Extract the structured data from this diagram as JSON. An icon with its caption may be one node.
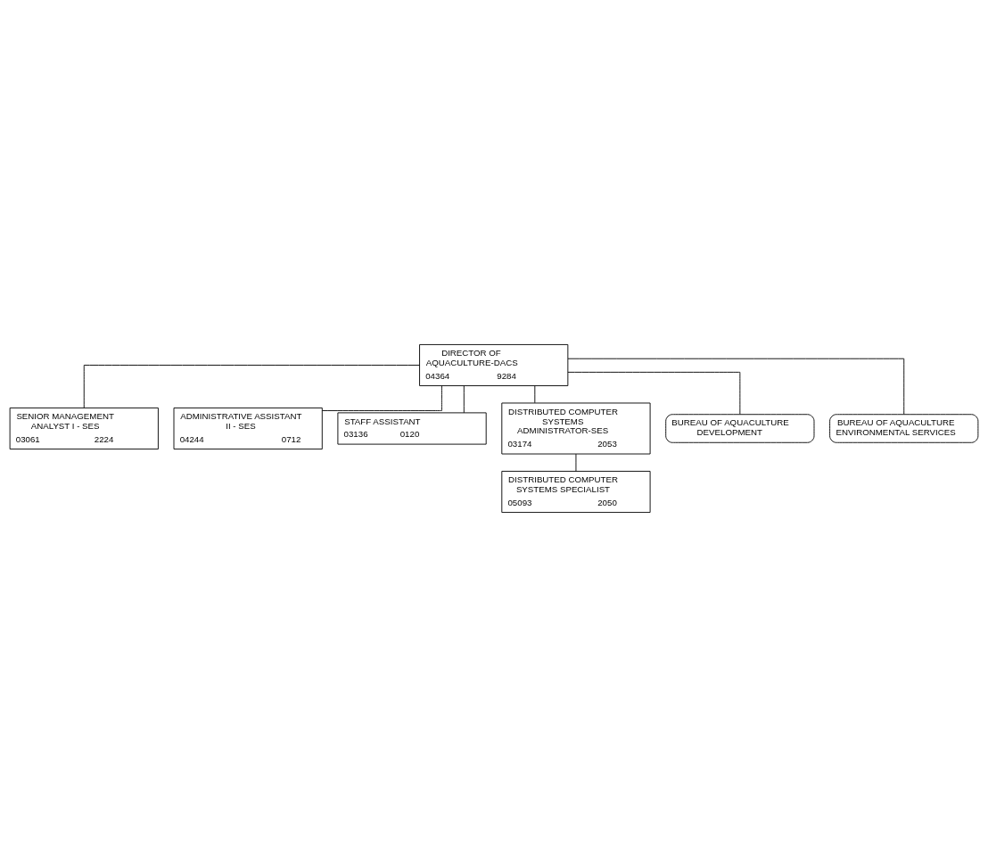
{
  "diagram": {
    "nodes": [
      {
        "text": [
          "DIRECTOR OF AQUACULTURE-DACS",
          "04364",
          "9284"
        ]
      },
      {
        "text": [
          "SENIOR MANAGEMENT ANALYST I - SES",
          "03061",
          "2224"
        ]
      },
      {
        "text": [
          "ADMINISTRATIVE ASSISTANT II - SES",
          "04244",
          "0712"
        ]
      },
      {
        "text": [
          "STAFF ASSISTANT",
          "03136",
          "0120"
        ]
      },
      {
        "text": [
          "DISTRIBUTED COMPUTER SYSTEMS ADMINISTRATOR-SES",
          "03174",
          "2053"
        ]
      },
      {
        "text": [
          "DISTRIBUTED COMPUTER SYSTEMS SPECIALIST",
          "05093",
          "2050"
        ]
      },
      {
        "text": [
          "BUREAU OF AQUACULTURE DEVELOPMENT"
        ]
      },
      {
        "text": [
          "BUREAU OF AQUACULTURE ENVIRONMENTAL SERVICES"
        ]
      }
    ],
    "edges": [
      {
        "from": 0,
        "to": 1,
        "arrow": "none"
      },
      {
        "from": 0,
        "to": 2,
        "arrow": "none"
      },
      {
        "from": 0,
        "to": 3,
        "arrow": "none"
      },
      {
        "from": 0,
        "to": 4,
        "arrow": "none"
      },
      {
        "from": 4,
        "to": 5,
        "arrow": "none"
      },
      {
        "from": 0,
        "to": 6,
        "arrow": "none"
      },
      {
        "from": 0,
        "to": 7,
        "arrow": "none"
      }
    ]
  }
}
